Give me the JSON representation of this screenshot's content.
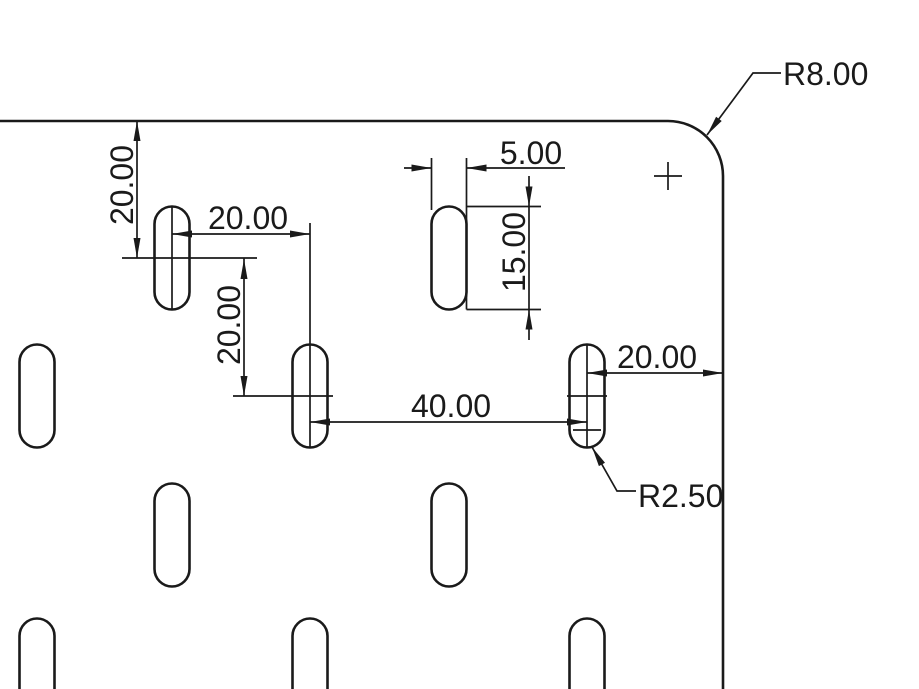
{
  "drawing": {
    "type": "cad-technical-drawing",
    "description": "Top view of a plate with rounded corner and staggered pattern of vertical slotted holes",
    "line_color": "#1a1a1a",
    "background_color": "#ffffff",
    "dims": {
      "top_edge_to_first_slot_row": "20.00",
      "slot_column_offset": "20.00",
      "slot_row_offset": "20.00",
      "slot_width": "5.00",
      "slot_length": "15.00",
      "slot_horizontal_pitch": "40.00",
      "last_slot_to_right_edge": "20.00"
    },
    "callouts": {
      "corner_radius": "R8.00",
      "slot_end_radius": "R2.50"
    }
  }
}
